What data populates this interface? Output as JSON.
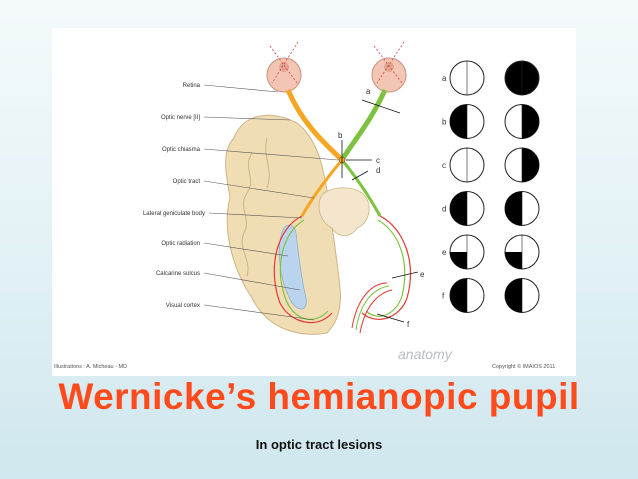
{
  "diagram": {
    "labels": {
      "retina": "Retina",
      "optic_nerve": "Optic nerve [II]",
      "optic_chiasma": "Optic chiasma",
      "optic_tract": "Optic tract",
      "lgb": "Lateral geniculate body",
      "optic_radiation": "Optic radiation",
      "calcarine_sulcus": "Calcarine sulcus",
      "visual_cortex": "Visual cortex"
    },
    "lesion_letters": [
      "a",
      "b",
      "c",
      "d",
      "e",
      "f"
    ],
    "field_rows": [
      {
        "letter": "a",
        "left": "full",
        "right": "blind"
      },
      {
        "letter": "b",
        "left": "left-half",
        "right": "right-half"
      },
      {
        "letter": "c",
        "left": "full",
        "right": "right-half"
      },
      {
        "letter": "d",
        "left": "left-half",
        "right": "left-half"
      },
      {
        "letter": "e",
        "left": "lower-left-quadrant",
        "right": "lower-left-quadrant"
      },
      {
        "letter": "f",
        "left": "left-half",
        "right": "left-half"
      }
    ],
    "credit_left": "Illustrations : A. Micheau - MD",
    "credit_right": "Copyright © IMAIOS 2011",
    "brand": "anatomy",
    "colors": {
      "nasal": "#7fc241",
      "temporal": "#f5a623",
      "red": "#e53935",
      "brain": "#f0ddb4"
    }
  },
  "title": "Wernicke’s hemianopic pupil",
  "subtitle": "In optic tract lesions"
}
